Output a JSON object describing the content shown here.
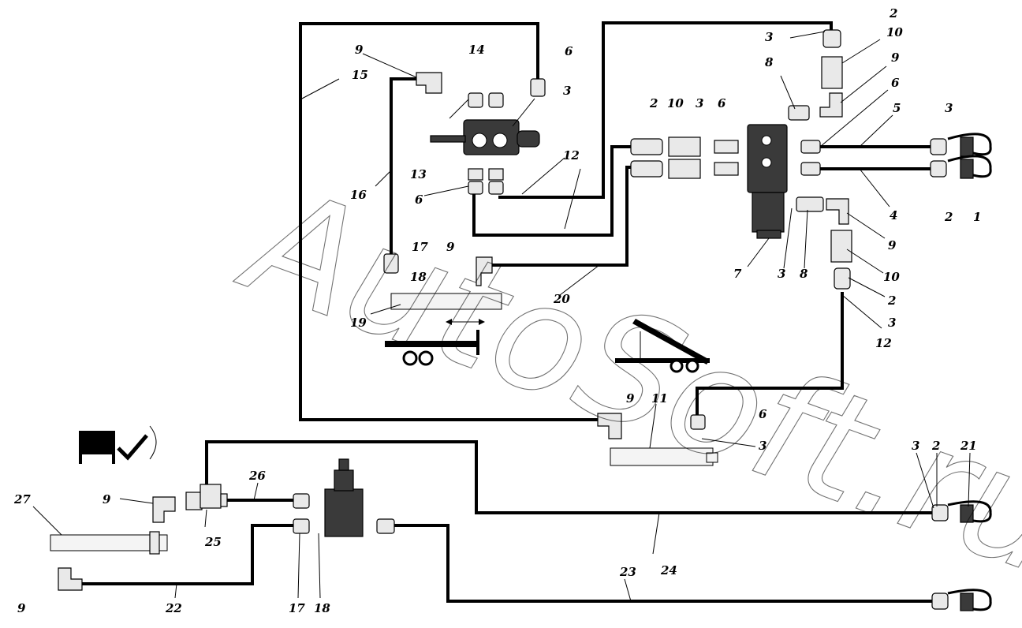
{
  "watermark": "AutoSoft.ru",
  "labels": [
    "1",
    "2",
    "3",
    "4",
    "5",
    "6",
    "7",
    "8",
    "9",
    "10",
    "11",
    "12",
    "13",
    "14",
    "15",
    "16",
    "17",
    "18",
    "19",
    "20",
    "21",
    "22",
    "23",
    "24",
    "25",
    "26",
    "27"
  ]
}
